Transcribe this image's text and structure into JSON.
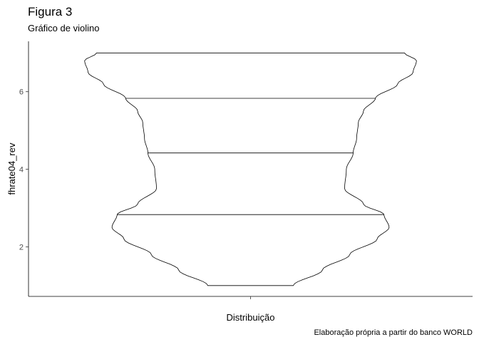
{
  "chart_data": {
    "type": "violin",
    "title": "Figura 3",
    "subtitle": "Gráfico de violino",
    "xlabel": "Distribuição",
    "ylabel": "fhrate04_rev",
    "caption": "Elaboração própria a partir do banco WORLD",
    "ylim": [
      0.72,
      7.3
    ],
    "yticks": [
      2,
      4,
      6
    ],
    "grid": false,
    "draw_quantiles": [
      2.83,
      4.42,
      5.83
    ],
    "density_profile": [
      {
        "y": 1.0,
        "half_width": 0.25
      },
      {
        "y": 1.4,
        "half_width": 0.42
      },
      {
        "y": 1.8,
        "half_width": 0.58
      },
      {
        "y": 2.2,
        "half_width": 0.74
      },
      {
        "y": 2.5,
        "half_width": 0.81
      },
      {
        "y": 2.83,
        "half_width": 0.78
      },
      {
        "y": 3.1,
        "half_width": 0.66
      },
      {
        "y": 3.5,
        "half_width": 0.55
      },
      {
        "y": 4.0,
        "half_width": 0.56
      },
      {
        "y": 4.42,
        "half_width": 0.6
      },
      {
        "y": 4.8,
        "half_width": 0.62
      },
      {
        "y": 5.2,
        "half_width": 0.63
      },
      {
        "y": 5.5,
        "half_width": 0.66
      },
      {
        "y": 5.83,
        "half_width": 0.73
      },
      {
        "y": 6.2,
        "half_width": 0.86
      },
      {
        "y": 6.5,
        "half_width": 0.95
      },
      {
        "y": 6.8,
        "half_width": 0.97
      },
      {
        "y": 7.0,
        "half_width": 0.9
      }
    ]
  }
}
